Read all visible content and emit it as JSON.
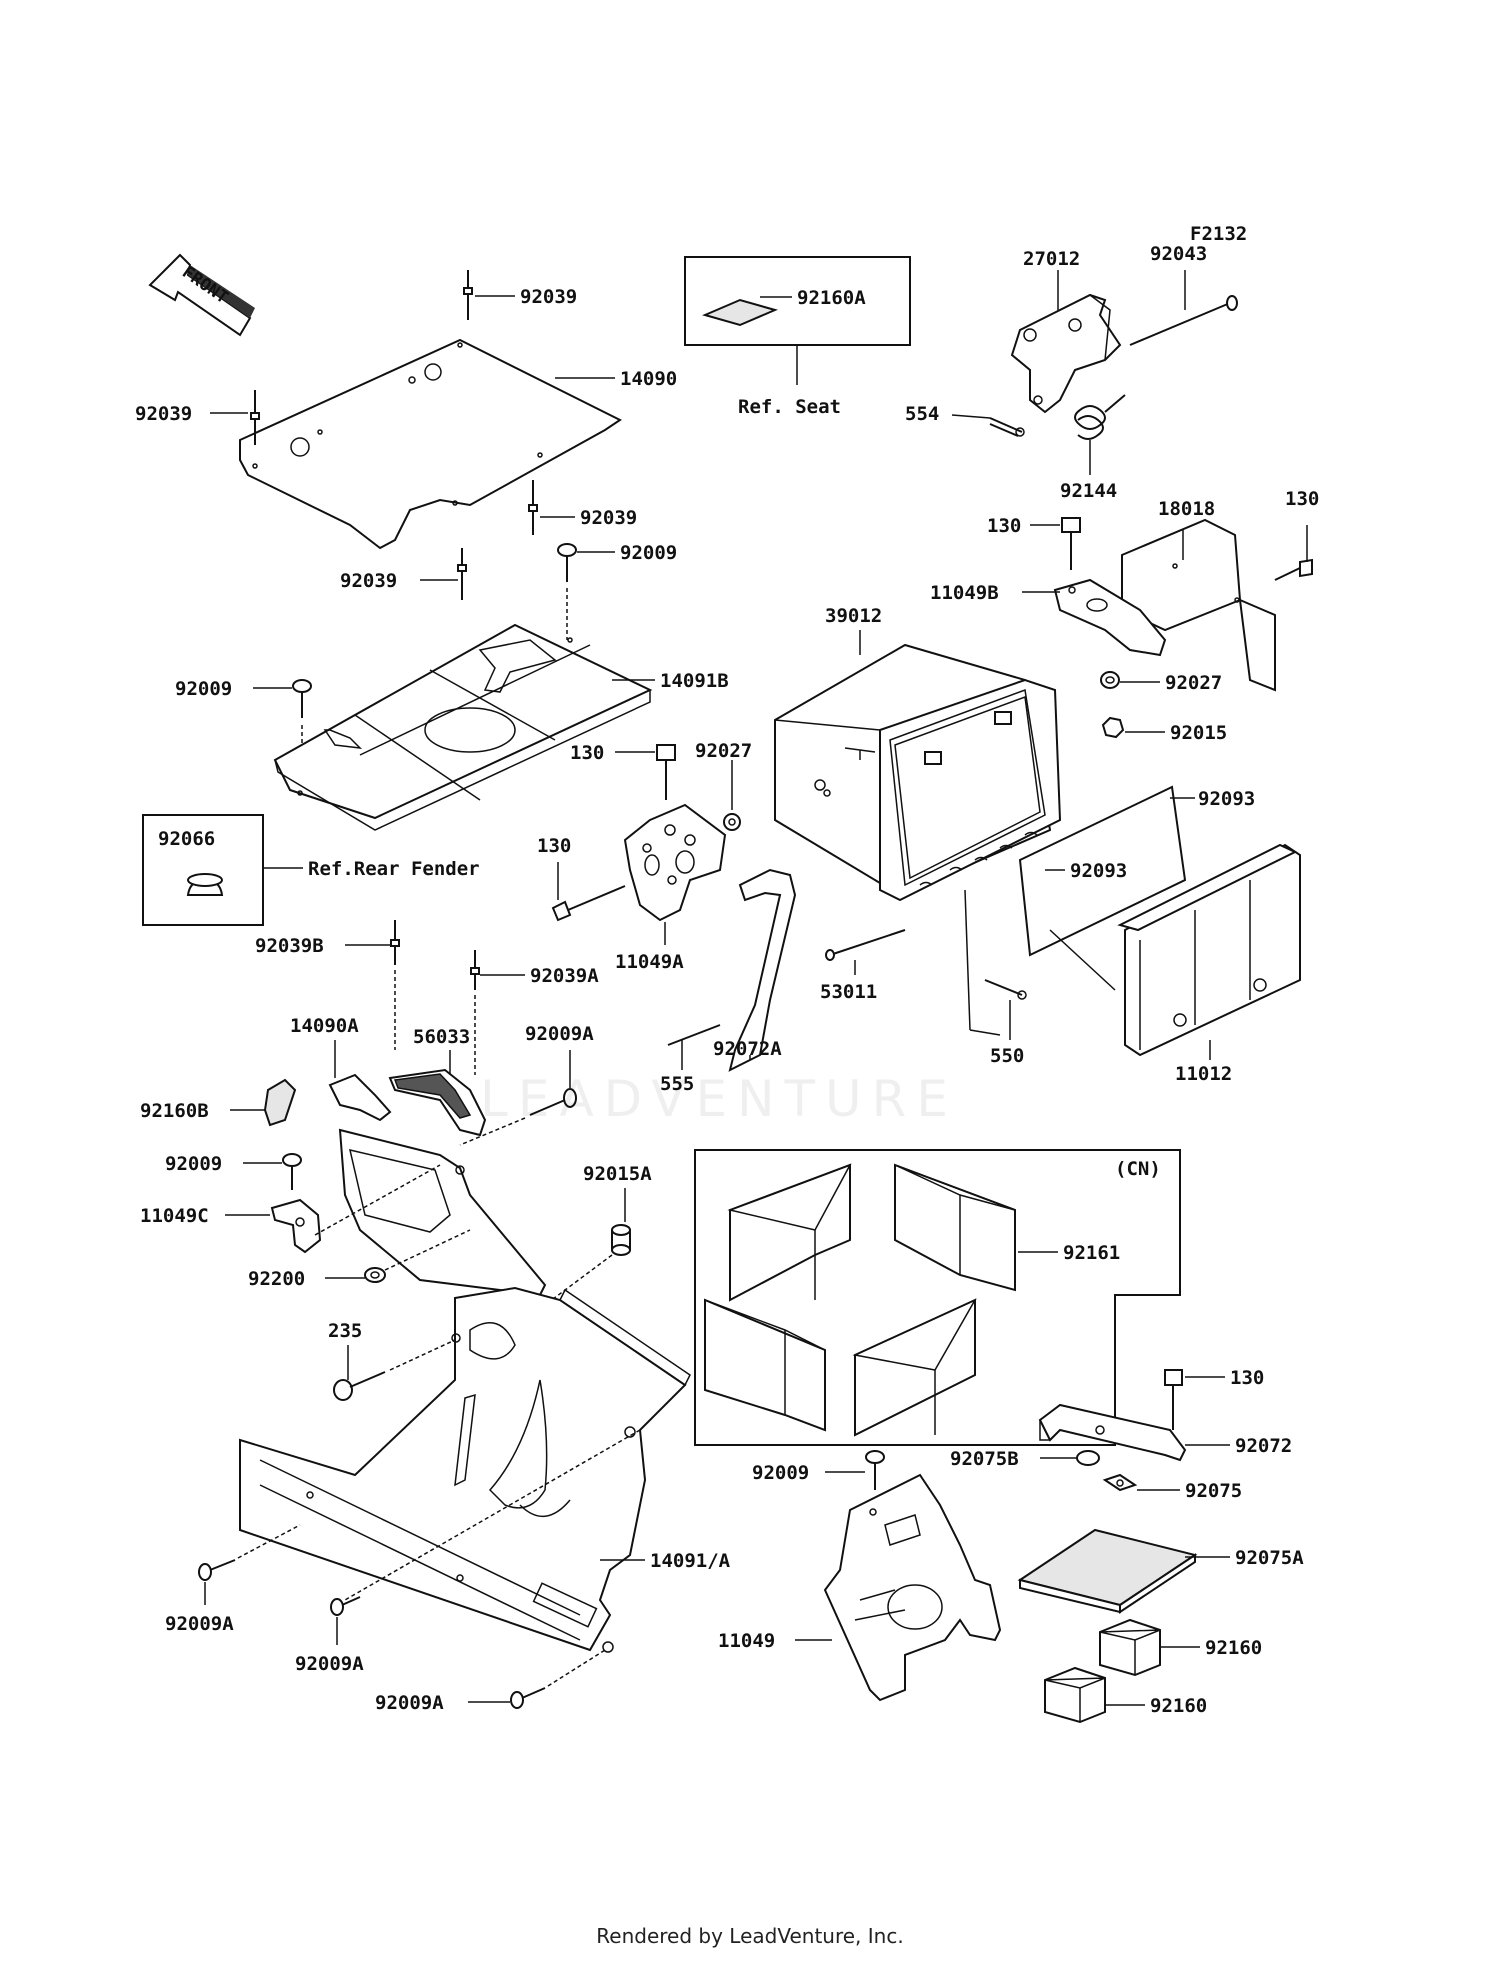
{
  "figure_code": "F2132",
  "front_label": "FRONT",
  "ref_labels": {
    "seat": "Ref. Seat",
    "rear_fender": "Ref.Rear Fender"
  },
  "cn_label": "(CN)",
  "watermark": "LEADVENTURE",
  "footer": "Rendered by LeadVenture, Inc.",
  "parts": {
    "p92039_top": "92039",
    "p14090": "14090",
    "p92039_left": "92039",
    "p92039_right": "92039",
    "p92039_bottom": "92039",
    "p92009_a": "92009",
    "p92009_b": "92009",
    "p14091B": "14091B",
    "p92066": "92066",
    "p92160A": "92160A",
    "p27012": "27012",
    "p92043": "92043",
    "p554": "554",
    "p92144": "92144",
    "p130_a": "130",
    "p18018": "18018",
    "p130_b": "130",
    "p11049B": "11049B",
    "p39012": "39012",
    "p92027_a": "92027",
    "p92015": "92015",
    "p130_c": "130",
    "p92027_b": "92027",
    "p92093_a": "92093",
    "p92093_b": "92093",
    "p130_d": "130",
    "p11049A": "11049A",
    "p53011": "53011",
    "p92039B": "92039B",
    "p92039A": "92039A",
    "p14090A": "14090A",
    "p56033": "56033",
    "p92009A_a": "92009A",
    "p555": "555",
    "p92072A": "92072A",
    "p550": "550",
    "p11012": "11012",
    "p92160B": "92160B",
    "p92009_c": "92009",
    "p11049C": "11049C",
    "p92015A": "92015A",
    "p92200": "92200",
    "p92161": "92161",
    "p235": "235",
    "p130_e": "130",
    "p92072": "92072",
    "p92075B": "92075B",
    "p92075": "92075",
    "p92009_d": "92009",
    "p14091A": "14091/A",
    "p92075A": "92075A",
    "p92009A_b": "92009A",
    "p92009A_c": "92009A",
    "p11049": "11049",
    "p92160_a": "92160",
    "p92009A_d": "92009A",
    "p92160_b": "92160"
  }
}
